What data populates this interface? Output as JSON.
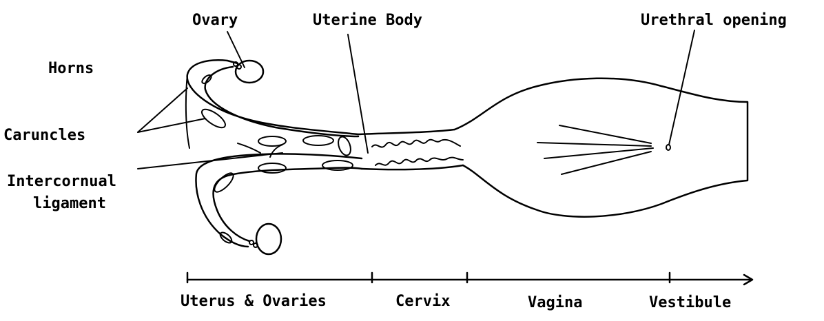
{
  "labels": {
    "ovary": "Ovary",
    "uterine_body": "Uterine Body",
    "urethral_opening": "Urethral opening",
    "horns": "Horns",
    "caruncles": "Caruncles",
    "intercornual_line1": "Intercornual",
    "intercornual_line2": "ligament"
  },
  "regions": [
    "Uterus & Ovaries",
    "Cervix",
    "Vagina",
    "Vestibule"
  ]
}
